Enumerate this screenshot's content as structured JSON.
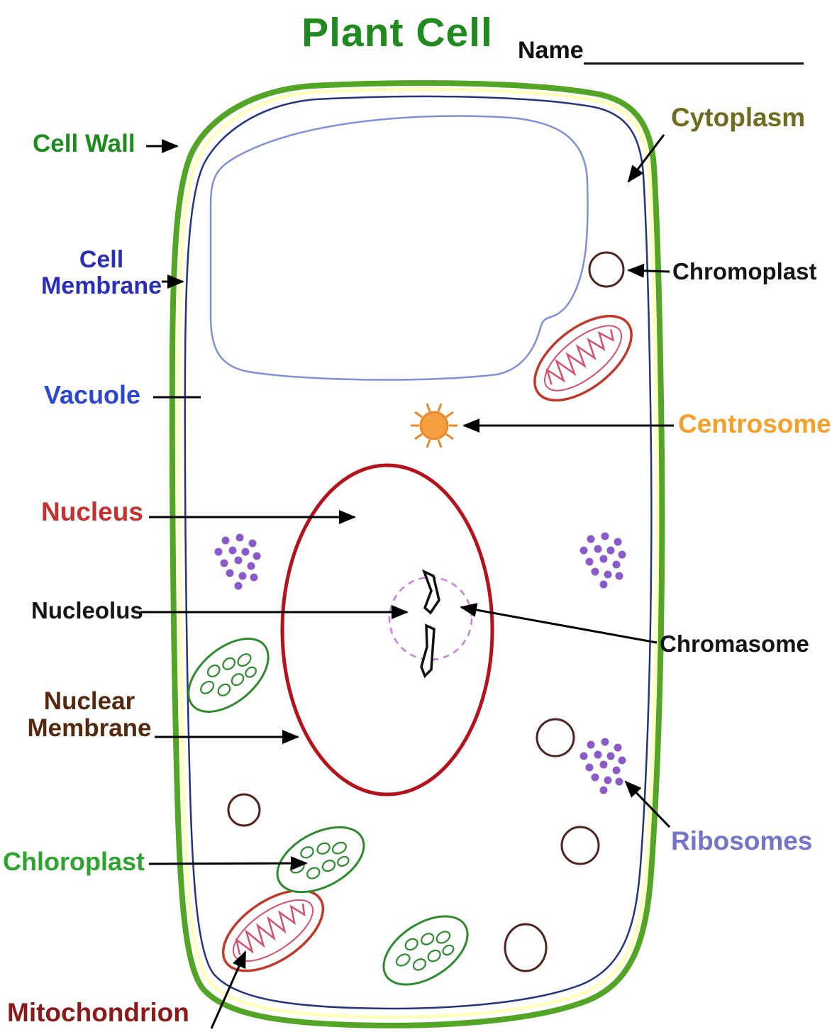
{
  "title": "Plant Cell",
  "title_color": "#1f8b1f",
  "name_field": {
    "label": "Name"
  },
  "labels": {
    "cell_wall": {
      "text": "Cell Wall",
      "color": "#1f8b1f"
    },
    "cell_membrane": {
      "text": "Cell Membrane",
      "color": "#2a2fb8"
    },
    "vacuole": {
      "text": "Vacuole",
      "color": "#2a46d4"
    },
    "nucleus": {
      "text": "Nucleus",
      "color": "#c53030"
    },
    "nucleolus": {
      "text": "Nucleolus",
      "color": "#151515"
    },
    "nuclear_membrane": {
      "text": "Nuclear Membrane",
      "color": "#54290d"
    },
    "chloroplast": {
      "text": "Chloroplast",
      "color": "#2fa32f"
    },
    "mitochondrion": {
      "text": "Mitochondrion",
      "color": "#8c1a1a"
    },
    "cytoplasm": {
      "text": "Cytoplasm",
      "color": "#6f6b21"
    },
    "chromoplast": {
      "text": "Chromoplast",
      "color": "#151515"
    },
    "centrosome": {
      "text": "Centrosome",
      "color": "#f5a02a"
    },
    "chromasome": {
      "text": "Chromasome",
      "color": "#151515"
    },
    "ribosomes": {
      "text": "Ribosomes",
      "color": "#7575c8"
    }
  },
  "diagram_colors": {
    "cell_wall": "#53a526",
    "cell_wall_inner": "#ffffbe",
    "cell_membrane": "#24357d",
    "vacuole": "#7f90d8",
    "nucleus": "#b5121c",
    "nucleolus": "#c97ce8",
    "centrosome": "#f5a040",
    "mitochondrion": "#c0392b",
    "chloroplast": "#2d8a2d",
    "chromoplast": "#50241c",
    "ribosome": "#8a5bc8",
    "arrow": "#000000"
  }
}
